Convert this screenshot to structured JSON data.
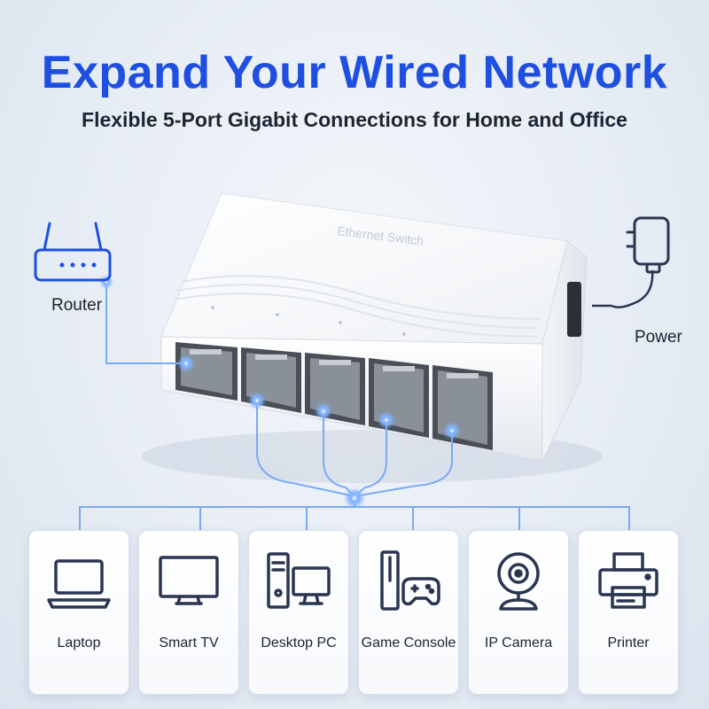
{
  "header": {
    "title": "Expand Your Wired Network",
    "subtitle": "Flexible 5-Port Gigabit Connections for Home and Office"
  },
  "switch": {
    "label": "Ethernet Switch"
  },
  "endpoints": {
    "router": "Router",
    "power": "Power"
  },
  "devices": [
    {
      "label": "Laptop",
      "icon": "laptop-icon"
    },
    {
      "label": "Smart TV",
      "icon": "tv-icon"
    },
    {
      "label": "Desktop PC",
      "icon": "desktop-pc-icon"
    },
    {
      "label": "Game Console",
      "icon": "game-console-icon"
    },
    {
      "label": "IP Camera",
      "icon": "ip-camera-icon"
    },
    {
      "label": "Printer",
      "icon": "printer-icon"
    }
  ],
  "colors": {
    "accent": "#1f4fe0",
    "glow": "#6aa3ff",
    "icon": "#2a3550"
  }
}
